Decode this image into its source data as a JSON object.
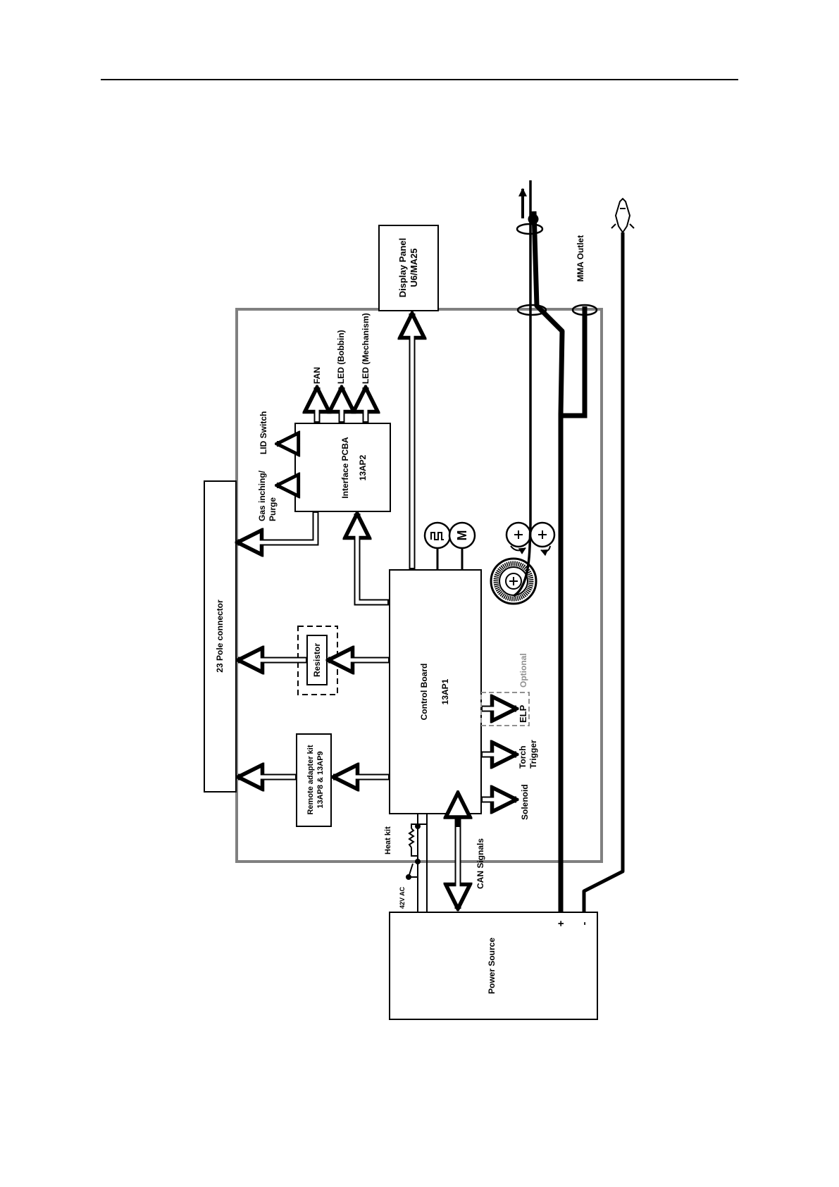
{
  "labels": {
    "display_panel_1": "Display Panel",
    "display_panel_2": "U6/MA25",
    "mma_outlet": "MMA Outlet",
    "fan": "FAN",
    "led_bobbin": "LED (Bobbin)",
    "led_mechanism": "LED (Mechanism)",
    "lid_switch": "LID Switch",
    "gas_inching_1": "Gas inching/",
    "gas_inching_2": "Purge",
    "interface_pcba_1": "Interface PCBA",
    "interface_pcba_2": "13AP2",
    "pole_connector": "23 Pole connector",
    "resistor": "Resistor",
    "control_board_1": "Control Board",
    "control_board_2": "13AP1",
    "optional": "Optional",
    "elp": "ELP",
    "torch_1": "Torch",
    "torch_2": "Trigger",
    "solenoid": "Solenoid",
    "remote_kit_1": "Remote adapter kit",
    "remote_kit_2": "13AP8 & 13AP9",
    "heat_kit": "Heat kit",
    "ac_42v": "42V AC",
    "can_signals": "CAN Signals",
    "power_source": "Power Source",
    "plus": "+",
    "minus": "-",
    "motor": "M"
  }
}
